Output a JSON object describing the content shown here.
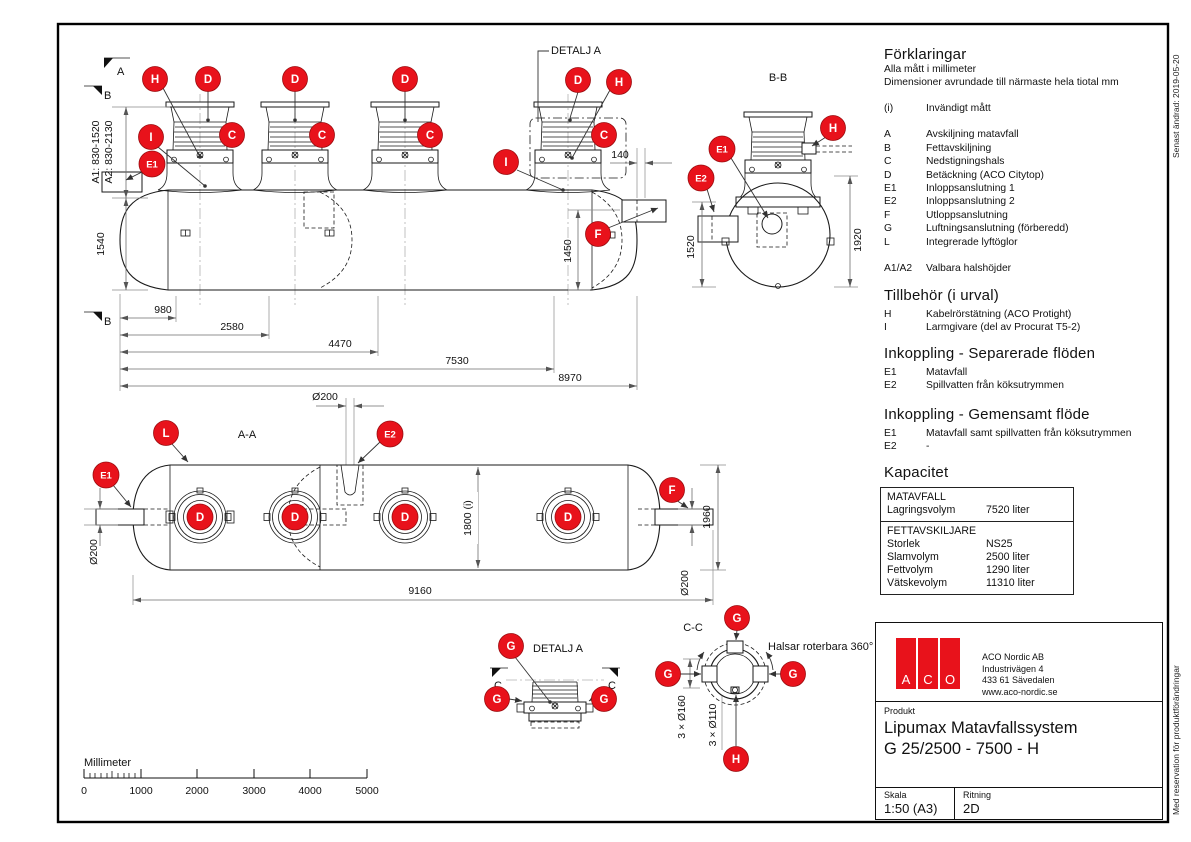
{
  "colors": {
    "callout_red": "#e8121b",
    "logo_red": "#e8121b",
    "line_black": "#1a1a1a",
    "dim_gray": "#6e6e6e"
  },
  "edge": {
    "revision": "Senast ändrad: 2019-05-20",
    "disclaimer": "Med reservation för produktförändringar"
  },
  "callouts": {
    "A": "A",
    "B": "B",
    "C": "C",
    "D": "D",
    "E1": "E1",
    "E2": "E2",
    "F": "F",
    "G": "G",
    "H": "H",
    "I": "I",
    "L": "L"
  },
  "legend": {
    "title": "Förklaringar",
    "subtitle1": "Alla mått i millimeter",
    "subtitle2": "Dimensioner avrundade till närmaste hela tiotal mm",
    "items": [
      {
        "key": "(i)",
        "label": "Invändigt mått"
      },
      {
        "key": "A",
        "label": "Avskiljning matavfall"
      },
      {
        "key": "B",
        "label": "Fettavskiljning"
      },
      {
        "key": "C",
        "label": "Nedstigningshals"
      },
      {
        "key": "D",
        "label": "Betäckning (ACO Citytop)"
      },
      {
        "key": "E1",
        "label": "Inloppsanslutning 1"
      },
      {
        "key": "E2",
        "label": "Inloppsanslutning 2"
      },
      {
        "key": "F",
        "label": "Utloppsanslutning"
      },
      {
        "key": "G",
        "label": "Luftningsanslutning (förberedd)"
      },
      {
        "key": "L",
        "label": "Integrerade lyftöglor"
      },
      {
        "key": "A1/A2",
        "label": "Valbara halshöjder"
      }
    ]
  },
  "accessories": {
    "title": "Tillbehör (i urval)",
    "items": [
      {
        "key": "H",
        "label": "Kabelrörstätning (ACO Protight)"
      },
      {
        "key": "I",
        "label": "Larmgivare (del av Procurat T5-2)"
      }
    ]
  },
  "connection_separate": {
    "title": "Inkoppling - Separerade flöden",
    "items": [
      {
        "key": "E1",
        "label": "Matavfall"
      },
      {
        "key": "E2",
        "label": "Spillvatten från köksutrymmen"
      }
    ]
  },
  "connection_common": {
    "title": "Inkoppling - Gemensamt flöde",
    "items": [
      {
        "key": "E1",
        "label": "Matavfall samt spillvatten från köksutrymmen"
      },
      {
        "key": "E2",
        "label": "-"
      }
    ]
  },
  "capacity": {
    "title": "Kapacitet",
    "sections": [
      {
        "header": "MATAVFALL",
        "rows": [
          [
            "Lagringsvolym",
            "7520 liter"
          ]
        ]
      },
      {
        "header": "FETTAVSKILJARE",
        "rows": [
          [
            "Storlek",
            "NS25"
          ],
          [
            "Slamvolym",
            "2500 liter"
          ],
          [
            "Fettvolym",
            "1290 liter"
          ],
          [
            "Vätskevolym",
            "11310 liter"
          ]
        ]
      }
    ]
  },
  "titleblock": {
    "company": {
      "name": "ACO Nordic AB",
      "street": "Industrivägen 4",
      "city": "433 61  Sävedalen",
      "web": "www.aco-nordic.se"
    },
    "logo_letters": [
      "A",
      "C",
      "O"
    ],
    "produkt_label": "Produkt",
    "product_line1": "Lipumax Matavfallssystem",
    "product_line2": "G 25/2500 - 7500 - H",
    "skala_label": "Skala",
    "skala": "1:50 (A3)",
    "ritning_label": "Ritning",
    "ritning": "2D"
  },
  "scalebar": {
    "label": "Millimeter",
    "ticks": [
      "0",
      "1000",
      "2000",
      "3000",
      "4000",
      "5000"
    ]
  },
  "front_view": {
    "section_a": "A",
    "section_b": "B",
    "detail_callout": "DETALJ A",
    "neck_a1": "A1: 830-1520",
    "neck_a2": "A2: 830-2130",
    "height": "1540",
    "outlet_offset": "140",
    "outlet_height": "1450",
    "dims": [
      "980",
      "2580",
      "4470",
      "7530",
      "8970"
    ]
  },
  "bb_view": {
    "title": "B-B",
    "dim_inlet": "1520",
    "dim_total": "1920"
  },
  "aa_view": {
    "title": "A-A",
    "dia_top": "Ø200",
    "dia_left": "Ø200",
    "dia_right": "Ø200",
    "inner_width": "1800 (i)",
    "length": "9160",
    "total_width": "1960"
  },
  "detail_view": {
    "title": "DETALJ A",
    "section_c": "C"
  },
  "cc_view": {
    "title": "C-C",
    "note": "Halsar roterbara 360°",
    "dim_outer": "3 × Ø160",
    "dim_inner": "3 × Ø110"
  }
}
